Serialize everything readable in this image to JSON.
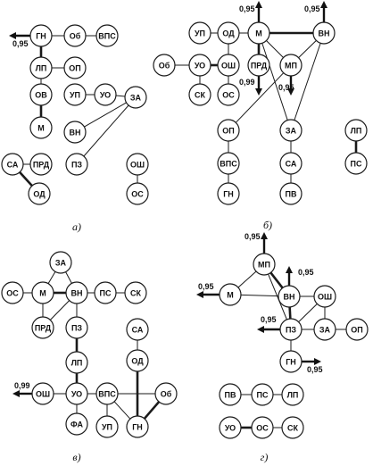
{
  "figure": {
    "panels": [
      {
        "id": "a",
        "caption": "а)",
        "nodes": [
          "ГН",
          "Об",
          "ВПС",
          "ЛП",
          "ОП",
          "ОВ",
          "УП",
          "УО",
          "ЗА",
          "М",
          "ВН",
          "СА",
          "ПРД",
          "ПЗ",
          "ОШ",
          "ОС",
          "ОД"
        ],
        "edges": [
          [
            "ГН",
            "Об",
            "thin"
          ],
          [
            "Об",
            "ВПС",
            "thin"
          ],
          [
            "ГН",
            "ЛП",
            "bold"
          ],
          [
            "ЛП",
            "ОП",
            "thin"
          ],
          [
            "ЛП",
            "ОВ",
            "thin"
          ],
          [
            "ОВ",
            "М",
            "bold"
          ],
          [
            "УП",
            "УО",
            "thin"
          ],
          [
            "УО",
            "ЗА",
            "thin"
          ],
          [
            "ЗА",
            "ВН",
            "thin"
          ],
          [
            "ЗА",
            "ПЗ",
            "thin"
          ],
          [
            "СА",
            "ПРД",
            "thin"
          ],
          [
            "СА",
            "ОД",
            "bold"
          ],
          [
            "ОШ",
            "ОС",
            "thin"
          ]
        ],
        "arrows": [
          {
            "from": "ГН",
            "direction": "left",
            "weight": "0,95"
          }
        ]
      },
      {
        "id": "b",
        "caption": "б)",
        "nodes": [
          "М",
          "ВН",
          "УП",
          "ОД",
          "Об",
          "УО",
          "ОШ",
          "ПРД",
          "МП",
          "СК",
          "ОС",
          "ОП",
          "ЗА",
          "ВПС",
          "СА",
          "ГН",
          "ПВ",
          "ЛП",
          "ПС"
        ],
        "edges": [
          [
            "УП",
            "ОД",
            "thin"
          ],
          [
            "ОД",
            "М",
            "thin"
          ],
          [
            "М",
            "ВН",
            "bold"
          ],
          [
            "ОД",
            "ОШ",
            "thin"
          ],
          [
            "Об",
            "УО",
            "thin"
          ],
          [
            "УО",
            "ОШ",
            "bold"
          ],
          [
            "УО",
            "СК",
            "thin"
          ],
          [
            "ОШ",
            "ОС",
            "thin"
          ],
          [
            "М",
            "ПРД",
            "bold"
          ],
          [
            "М",
            "МП",
            "thin"
          ],
          [
            "М",
            "ЗА",
            "thin"
          ],
          [
            "ВН",
            "ЗА",
            "thin"
          ],
          [
            "ВН",
            "МП",
            "thin"
          ],
          [
            "МП",
            "ОП",
            "thin"
          ],
          [
            "ОП",
            "ВПС",
            "thin"
          ],
          [
            "ВПС",
            "ГН",
            "thin"
          ],
          [
            "ЗА",
            "СА",
            "thin"
          ],
          [
            "СА",
            "ПВ",
            "thin"
          ],
          [
            "ЛП",
            "ПС",
            "bold"
          ]
        ],
        "arrows": [
          {
            "from": "М",
            "direction": "up",
            "weight": "0,95"
          },
          {
            "from": "ВН",
            "direction": "up",
            "weight": "0,95"
          },
          {
            "from": "ПРД",
            "direction": "down",
            "weight": "0,99"
          },
          {
            "from": "МП",
            "direction": "down",
            "weight": "0,95"
          }
        ]
      },
      {
        "id": "c",
        "caption": "в)",
        "nodes": [
          "ЗА",
          "ОС",
          "М",
          "ВН",
          "ПС",
          "СК",
          "ПРД",
          "ПЗ",
          "СА",
          "ОД",
          "ЛП",
          "ОШ",
          "УО",
          "ВПС",
          "Об",
          "ФА",
          "УП",
          "ГН"
        ],
        "edges": [
          [
            "ЗА",
            "М",
            "thin"
          ],
          [
            "ЗА",
            "ВН",
            "thin"
          ],
          [
            "ОС",
            "М",
            "thin"
          ],
          [
            "М",
            "ВН",
            "bold"
          ],
          [
            "ВН",
            "ПС",
            "thin"
          ],
          [
            "ПС",
            "СК",
            "thin"
          ],
          [
            "М",
            "ПРД",
            "thin"
          ],
          [
            "ВН",
            "ПРД",
            "thin"
          ],
          [
            "ВН",
            "ПЗ",
            "thin"
          ],
          [
            "ПЗ",
            "ЛП",
            "bold"
          ],
          [
            "ЛП",
            "УО",
            "bold"
          ],
          [
            "ОШ",
            "УО",
            "thin"
          ],
          [
            "УО",
            "ВПС",
            "thin"
          ],
          [
            "ВПС",
            "Об",
            "thin"
          ],
          [
            "УО",
            "ФА",
            "thin"
          ],
          [
            "ВПС",
            "УП",
            "thin"
          ],
          [
            "ВПС",
            "ГН",
            "thin"
          ],
          [
            "ОД",
            "ГН",
            "bold"
          ],
          [
            "Об",
            "ГН",
            "bold"
          ],
          [
            "СА",
            "ОД",
            "thin"
          ]
        ],
        "arrows": [
          {
            "from": "ОШ",
            "direction": "left",
            "weight": "0,99"
          }
        ]
      },
      {
        "id": "d",
        "caption": "г)",
        "nodes": [
          "МП",
          "М",
          "ВН",
          "ОШ",
          "ПЗ",
          "ЗА",
          "ОП",
          "ГН",
          "ПВ",
          "ПС",
          "ЛП",
          "УО",
          "ОС",
          "СК"
        ],
        "edges": [
          [
            "МП",
            "М",
            "thin"
          ],
          [
            "МП",
            "ВН",
            "bold"
          ],
          [
            "МП",
            "ПЗ",
            "thin"
          ],
          [
            "М",
            "ВН",
            "thin"
          ],
          [
            "ВН",
            "ОШ",
            "thin"
          ],
          [
            "ВН",
            "ПЗ",
            "bold"
          ],
          [
            "ОШ",
            "ЗА",
            "thin"
          ],
          [
            "ПЗ",
            "ЗА",
            "thin"
          ],
          [
            "ЗА",
            "ОП",
            "thin"
          ],
          [
            "ПЗ",
            "ГН",
            "thin"
          ],
          [
            "ОШ",
            "ПЗ",
            "thin"
          ],
          [
            "ПВ",
            "ПС",
            "thin"
          ],
          [
            "ПС",
            "ЛП",
            "thin"
          ],
          [
            "УО",
            "ОС",
            "bold"
          ],
          [
            "ОС",
            "СК",
            "thin"
          ]
        ],
        "arrows": [
          {
            "from": "МП",
            "direction": "up",
            "weight": "0,95"
          },
          {
            "from": "М",
            "direction": "left",
            "weight": "0,95"
          },
          {
            "from": "ВН",
            "direction": "up",
            "weight": "0,95"
          },
          {
            "from": "ПЗ",
            "direction": "left",
            "weight": "0,95"
          },
          {
            "from": "ГН",
            "direction": "right",
            "weight": "0,95"
          }
        ]
      }
    ]
  }
}
